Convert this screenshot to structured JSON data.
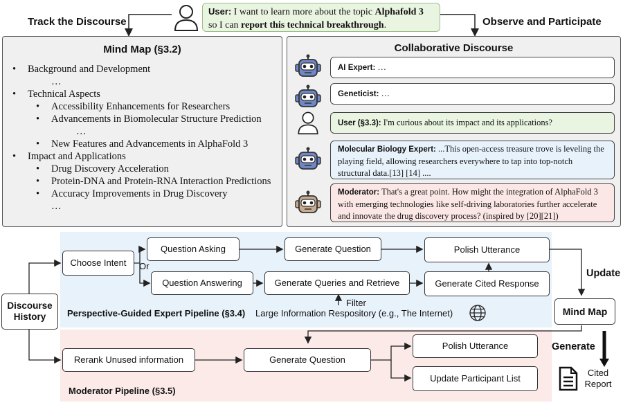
{
  "headers": {
    "track": "Track the Discourse",
    "observe": "Observe and Participate"
  },
  "user_prompt": {
    "label": "User:",
    "text1": " I want to learn more about the topic ",
    "topic": "Alphafold 3",
    "text2": "so I can ",
    "emph": "report this technical breakthrough",
    "end": "."
  },
  "mind_map": {
    "title": "Mind Map (§3.2)",
    "lines": [
      {
        "bullet": "•",
        "text": "Background and Development"
      },
      {
        "bullet": "",
        "text": "…"
      },
      {
        "bullet": "•",
        "text": "Technical Aspects"
      },
      {
        "bullet": "•",
        "text": "Accessibility Enhancements for Researchers"
      },
      {
        "bullet": "•",
        "text": "Advancements in Biomolecular Structure Prediction"
      },
      {
        "bullet": "",
        "text": "…"
      },
      {
        "bullet": "•",
        "text": "New Features and Advancements in AlphaFold 3"
      },
      {
        "bullet": "•",
        "text": "Impact and Applications"
      },
      {
        "bullet": "•",
        "text": "Drug Discovery Acceleration"
      },
      {
        "bullet": "•",
        "text": "Protein-DNA and Protein-RNA Interaction Predictions"
      },
      {
        "bullet": "•",
        "text": "Accuracy Improvements in Drug Discovery"
      },
      {
        "bullet": "",
        "text": "…"
      }
    ]
  },
  "discourse": {
    "title": "Collaborative Discourse",
    "turns": [
      {
        "speaker": "AI Expert:",
        "text": " …"
      },
      {
        "speaker": "Geneticist:",
        "text": " …"
      },
      {
        "speaker": "User (§3.3):",
        "text": " I'm curious about its impact and its applications?"
      },
      {
        "speaker": "Molecular Biology Expert:",
        "text": " ...This open-access treasure trove is leveling the playing field, allowing researchers everywhere to tap into top-notch structural data.[13] [14] ...."
      },
      {
        "speaker": "Moderator:",
        "text": " That's a great point. How might the integration of AlphaFold 3 with emerging technologies like self-driving laboratories further accelerate and innovate the drug discovery process? (inspired by [20][21])"
      }
    ]
  },
  "pipeline": {
    "discourse_history": "Discourse History",
    "choose_intent": "Choose Intent",
    "or": "Or",
    "question_asking": "Question Asking",
    "question_answering": "Question Answering",
    "generate_question": "Generate Question",
    "generate_queries": "Generate Queries and Retrieve",
    "polish_utterance": "Polish Utterance",
    "generate_cited_response": "Generate Cited Response",
    "filter": "Filter",
    "repository": "Large Information Respository (e.g., The Internet)",
    "expert_pipeline": "Perspective-Guided Expert Pipeline (§3.4)",
    "update": "Update",
    "mind_map": "Mind Map",
    "generate": "Generate",
    "cited_report": "Cited Report",
    "rerank": "Rerank Unused information",
    "mod_generate_question": "Generate Question",
    "mod_polish_utterance": "Polish Utterance",
    "update_participant_list": "Update Participant List",
    "moderator_pipeline": "Moderator Pipeline (§3.5)"
  },
  "colors": {
    "expert_bg": "#e8f2fb",
    "moderator_bg": "#fbeae8",
    "user_green": "#e9f4e1",
    "robot_blue": "#6f87c6",
    "robot_tan": "#c9ab8e"
  }
}
